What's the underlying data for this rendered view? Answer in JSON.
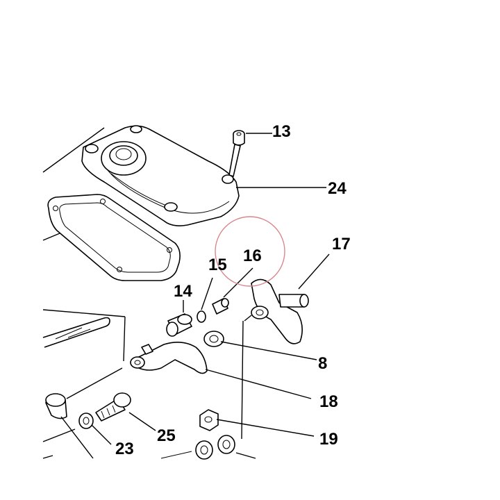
{
  "diagram": {
    "highlight_color": "#d9868e",
    "line_color": "#000000",
    "background": "#ffffff",
    "callouts": [
      {
        "id": "13",
        "text": "13"
      },
      {
        "id": "24",
        "text": "24"
      },
      {
        "id": "17",
        "text": "17"
      },
      {
        "id": "16",
        "text": "16"
      },
      {
        "id": "15",
        "text": "15"
      },
      {
        "id": "14",
        "text": "14"
      },
      {
        "id": "8",
        "text": "8"
      },
      {
        "id": "18",
        "text": "18"
      },
      {
        "id": "25",
        "text": "25"
      },
      {
        "id": "23",
        "text": "23"
      },
      {
        "id": "19",
        "text": "19"
      }
    ]
  }
}
